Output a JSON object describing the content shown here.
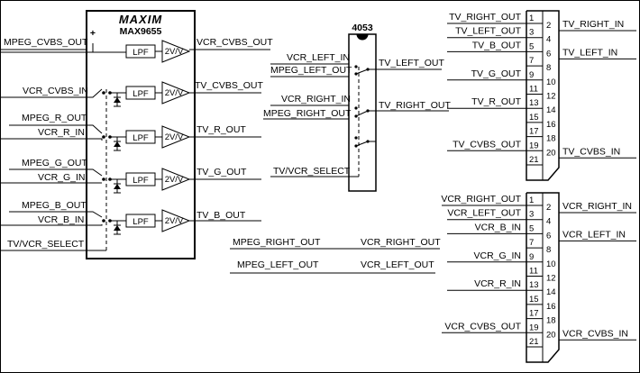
{
  "max9655": {
    "logo": "MAXIM",
    "part": "MAX9655",
    "plus": "+",
    "lpf": "LPF",
    "gain": "2V/V",
    "inputs_left": [
      "MPEG_CVBS_OUT",
      "VCR_CVBS_IN",
      "MPEG_R_OUT",
      "VCR_R_IN",
      "MPEG_G_OUT",
      "VCR_G_IN",
      "MPEG_B_OUT",
      "VCR_B_IN",
      "TV/VCR_SELECT"
    ],
    "outputs_right": [
      "VCR_CVBS_OUT",
      "TV_CVBS_OUT",
      "TV_R_OUT",
      "TV_G_OUT",
      "TV_B_OUT"
    ]
  },
  "mux4053": {
    "part": "4053",
    "inputs": [
      "VCR_LEFT_IN",
      "MPEG_LEFT_OUT",
      "VCR_RIGHT_IN",
      "MPEG_RIGHT_OUT",
      "TV/VCR_SELECT"
    ],
    "outputs": [
      "TV_LEFT_OUT",
      "TV_RIGHT_OUT"
    ]
  },
  "passthrough": {
    "left": [
      "MPEG_RIGHT_OUT",
      "MPEG_LEFT_OUT"
    ],
    "right": [
      "VCR_RIGHT_OUT",
      "VCR_LEFT_OUT"
    ]
  },
  "tv_scart": {
    "pins_left": [
      "1",
      "3",
      "5",
      "7",
      "9",
      "11",
      "13",
      "15",
      "17",
      "19",
      "21"
    ],
    "pins_right": [
      "2",
      "4",
      "6",
      "8",
      "10",
      "12",
      "14",
      "16",
      "18",
      "20"
    ],
    "nets_left": [
      "TV_RIGHT_OUT",
      "TV_LEFT_OUT",
      "TV_B_OUT",
      "TV_G_OUT",
      "TV_R_OUT",
      "TV_CVBS_OUT"
    ],
    "nets_right": [
      "TV_RIGHT_IN",
      "TV_LEFT_IN",
      "TV_CVBS_IN"
    ]
  },
  "vcr_scart": {
    "pins_left": [
      "1",
      "3",
      "5",
      "7",
      "9",
      "11",
      "13",
      "15",
      "17",
      "19",
      "21"
    ],
    "pins_right": [
      "2",
      "4",
      "6",
      "8",
      "10",
      "12",
      "14",
      "16",
      "18",
      "20"
    ],
    "nets_left": [
      "VCR_RIGHT_OUT",
      "VCR_LEFT_OUT",
      "VCR_B_IN",
      "VCR_G_IN",
      "VCR_R_IN",
      "VCR_CVBS_OUT"
    ],
    "nets_right": [
      "VCR_RIGHT_IN",
      "VCR_LEFT_IN",
      "VCR_CVBS_IN"
    ]
  }
}
